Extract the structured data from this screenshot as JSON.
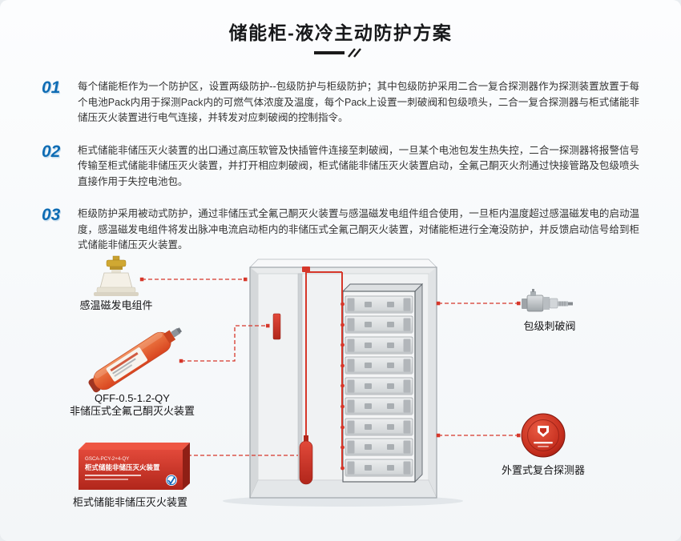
{
  "title": "储能柜-液冷主动防护方案",
  "sections": [
    {
      "num": "01",
      "text": "每个储能柜作为一个防护区，设置两级防护--包级防护与柜级防护；其中包级防护采用二合一复合探测器作为探测装置放置于每个电池Pack内用于探测Pack内的可燃气体浓度及温度，每个Pack上设置一刺破阀和包级喷头，二合一复合探测器与柜式储能非储压灭火装置进行电气连接，并转发对应刺破阀的控制指令。"
    },
    {
      "num": "02",
      "text": "柜式储能非储压灭火装置的出口通过高压软管及快插管件连接至刺破阀，一旦某个电池包发生热失控，二合一探测器将报警信号传输至柜式储能非储压灭火装置，并打开相应刺破阀，柜式储能非储压灭火装置启动，全氟己酮灭火剂通过快接管路及包级喷头直接作用于失控电池包。"
    },
    {
      "num": "03",
      "text": "柜级防护采用被动式防护，通过非储压式全氟己酮灭火装置与感温磁发电组件组合使用，一旦柜内温度超过感温磁发电的启动温度，感温磁发电组件将发出脉冲电流启动柜内的非储压式全氟己酮灭火装置，对储能柜进行全淹没防护，并反馈启动信号给到柜式储能非储压灭火装置。"
    }
  ],
  "diagram": {
    "labels": {
      "thermo": "感温磁发电组件",
      "qff_model": "QFF-0.5-1.2-QY",
      "qff_name": "非储压式全氟己酮灭火装置",
      "cabinet_unit": "柜式储能非储压灭火装置",
      "pack_valve": "包级刺破阀",
      "detector": "外置式复合探测器"
    },
    "device_text": {
      "box_model": "GSCA-PCY-2+4-QY",
      "box_name": "柜式储能非储压灭火装置"
    },
    "colors": {
      "accent_red": "#d6372a",
      "accent_blue": "#0e6cb4"
    }
  }
}
